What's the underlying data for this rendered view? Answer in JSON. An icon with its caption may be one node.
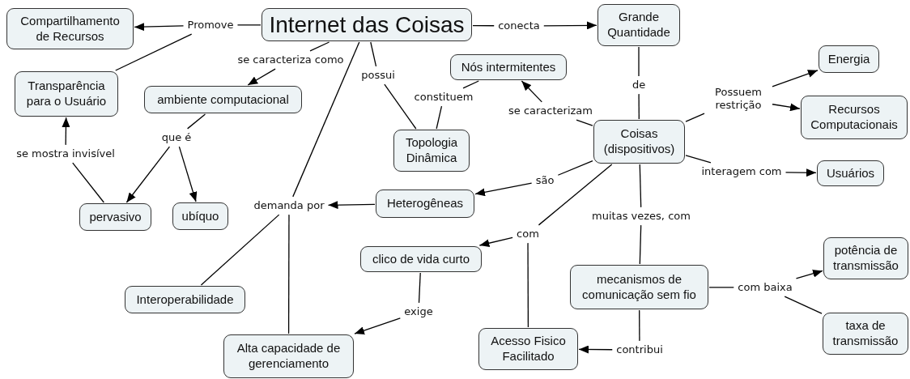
{
  "diagram": {
    "nodes": [
      {
        "text": [
          "Internet das Coisas"
        ]
      },
      {
        "text": [
          "Compartilhamento de Recursos"
        ]
      },
      {
        "text": [
          "Transparência para o Usuário"
        ]
      },
      {
        "text": [
          "ambiente computacional"
        ]
      },
      {
        "text": [
          "pervasivo"
        ]
      },
      {
        "text": [
          "ubíquo"
        ]
      },
      {
        "text": [
          "Grande Quantidade"
        ]
      },
      {
        "text": [
          "Nós intermitentes"
        ]
      },
      {
        "text": [
          "Topologia Dinâmica"
        ]
      },
      {
        "text": [
          "Coisas (dispositivos)"
        ]
      },
      {
        "text": [
          "Energia"
        ]
      },
      {
        "text": [
          "Recursos Computacionais"
        ]
      },
      {
        "text": [
          "Usuários"
        ]
      },
      {
        "text": [
          "Heterogêneas"
        ]
      },
      {
        "text": [
          "clico de vida curto"
        ]
      },
      {
        "text": [
          "Interoperabilidade"
        ]
      },
      {
        "text": [
          "Alta capacidade de gerenciamento"
        ]
      },
      {
        "text": [
          "mecanismos de comunicação sem fio"
        ]
      },
      {
        "text": [
          "potência de transmissão"
        ]
      },
      {
        "text": [
          "taxa de transmissão"
        ]
      },
      {
        "text": [
          "Acesso Fisico Facilitado"
        ]
      },
      {
        "text": [
          "Promove"
        ]
      },
      {
        "text": [
          "se caracteriza como"
        ]
      },
      {
        "text": [
          "possui"
        ]
      },
      {
        "text": [
          "conecta"
        ]
      },
      {
        "text": [
          "de"
        ]
      },
      {
        "text": [
          "constituem"
        ]
      },
      {
        "text": [
          "se caracterizam"
        ]
      },
      {
        "text": [
          "Possuem restrição"
        ]
      },
      {
        "text": [
          "se mostra invisível"
        ]
      },
      {
        "text": [
          "que é"
        ]
      },
      {
        "text": [
          "são"
        ]
      },
      {
        "text": [
          "interagem com"
        ]
      },
      {
        "text": [
          "demanda por"
        ]
      },
      {
        "text": [
          "muitas vezes, com"
        ]
      },
      {
        "text": [
          "com"
        ]
      },
      {
        "text": [
          "exige"
        ]
      },
      {
        "text": [
          "com baixa"
        ]
      },
      {
        "text": [
          "contribui"
        ]
      }
    ],
    "edges": [
      {
        "from": 0,
        "to": 21,
        "arrow": "none"
      },
      {
        "from": 21,
        "to": 1,
        "arrow": "to"
      },
      {
        "from": 21,
        "to": 2,
        "arrow": "none"
      },
      {
        "from": 0,
        "to": 22,
        "arrow": "none"
      },
      {
        "from": 22,
        "to": 3,
        "arrow": "to"
      },
      {
        "from": 0,
        "to": 23,
        "arrow": "none"
      },
      {
        "from": 23,
        "to": 8,
        "arrow": "none"
      },
      {
        "from": 0,
        "to": 24,
        "arrow": "none"
      },
      {
        "from": 24,
        "to": 6,
        "arrow": "to"
      },
      {
        "from": 0,
        "to": 33,
        "arrow": "none"
      },
      {
        "from": 33,
        "to": 15,
        "arrow": "none"
      },
      {
        "from": 33,
        "to": 16,
        "arrow": "none"
      },
      {
        "from": 13,
        "to": 33,
        "arrow": "to"
      },
      {
        "from": 6,
        "to": 25,
        "arrow": "none"
      },
      {
        "from": 25,
        "to": 9,
        "arrow": "none"
      },
      {
        "from": 8,
        "to": 26,
        "arrow": "none"
      },
      {
        "from": 26,
        "to": 7,
        "arrow": "none"
      },
      {
        "from": 9,
        "to": 27,
        "arrow": "none"
      },
      {
        "from": 27,
        "to": 7,
        "arrow": "to"
      },
      {
        "from": 9,
        "to": 28,
        "arrow": "none"
      },
      {
        "from": 28,
        "to": 10,
        "arrow": "to"
      },
      {
        "from": 28,
        "to": 11,
        "arrow": "to"
      },
      {
        "from": 4,
        "to": 29,
        "arrow": "none"
      },
      {
        "from": 29,
        "to": 2,
        "arrow": "to"
      },
      {
        "from": 3,
        "to": 30,
        "arrow": "none"
      },
      {
        "from": 30,
        "to": 4,
        "arrow": "to"
      },
      {
        "from": 30,
        "to": 5,
        "arrow": "to"
      },
      {
        "from": 9,
        "to": 31,
        "arrow": "none"
      },
      {
        "from": 31,
        "to": 13,
        "arrow": "to"
      },
      {
        "from": 9,
        "to": 32,
        "arrow": "none"
      },
      {
        "from": 32,
        "to": 12,
        "arrow": "to"
      },
      {
        "from": 9,
        "to": 34,
        "arrow": "none"
      },
      {
        "from": 34,
        "to": 17,
        "arrow": "none"
      },
      {
        "from": 9,
        "to": 35,
        "arrow": "none"
      },
      {
        "from": 35,
        "to": 14,
        "arrow": "to"
      },
      {
        "from": 35,
        "to": 20,
        "arrow": "none"
      },
      {
        "from": 14,
        "to": 36,
        "arrow": "none"
      },
      {
        "from": 36,
        "to": 16,
        "arrow": "to"
      },
      {
        "from": 17,
        "to": 37,
        "arrow": "none"
      },
      {
        "from": 37,
        "to": 18,
        "arrow": "to"
      },
      {
        "from": 37,
        "to": 19,
        "arrow": "none"
      },
      {
        "from": 17,
        "to": 38,
        "arrow": "none"
      },
      {
        "from": 38,
        "to": 20,
        "arrow": "to"
      }
    ]
  }
}
